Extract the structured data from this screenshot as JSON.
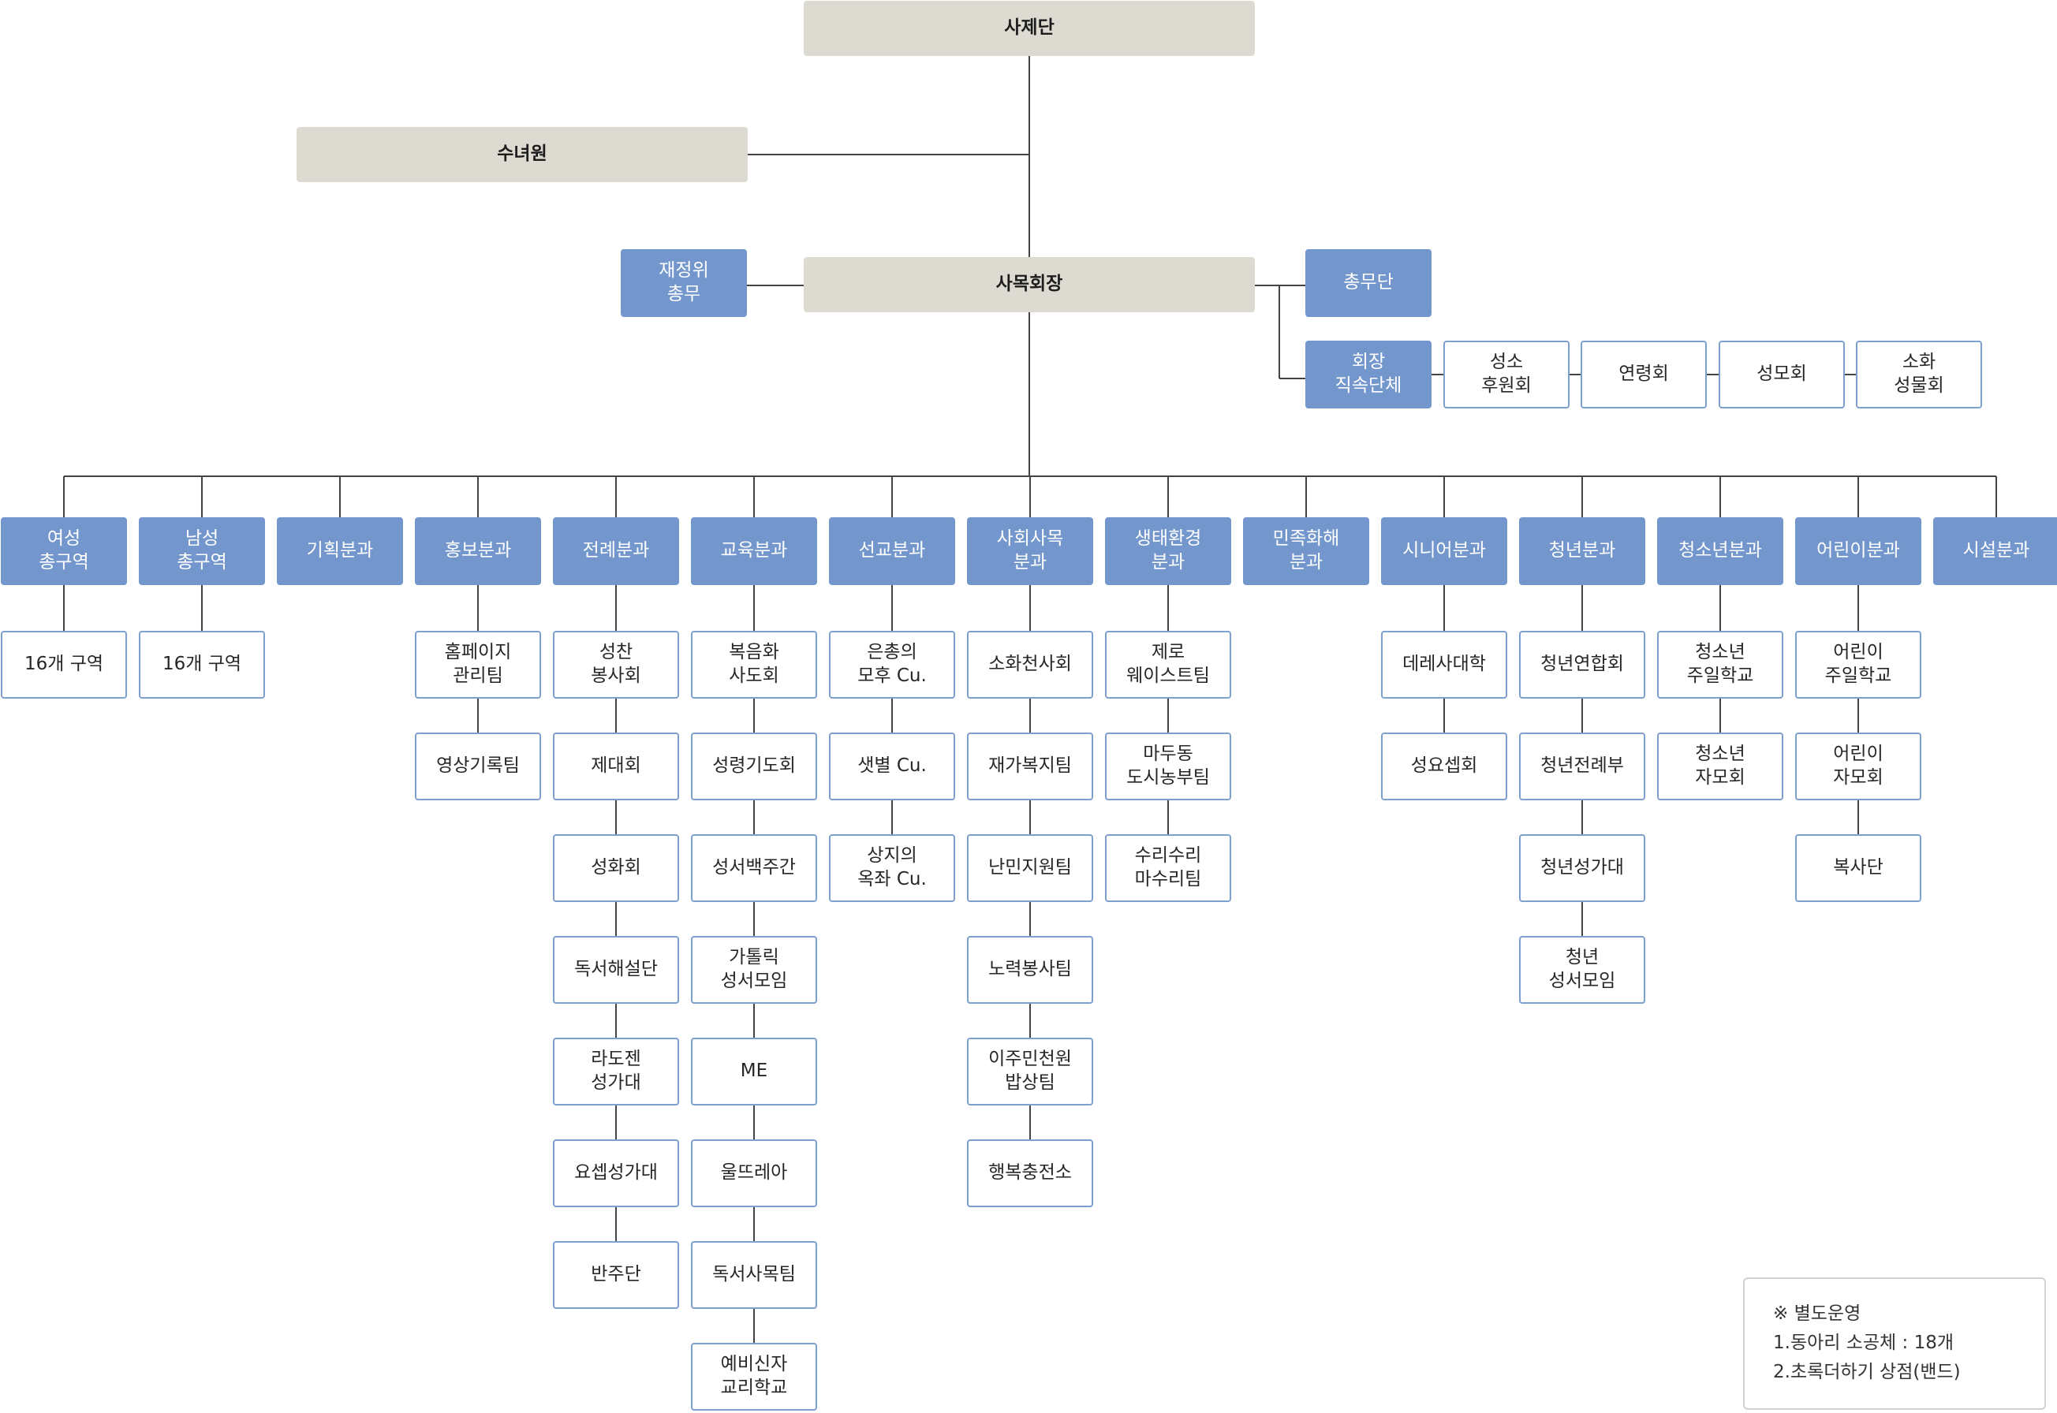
{
  "top": {
    "sajedan": "사제단",
    "sunyeowon": "수녀원",
    "samokhoejang": "사목회장",
    "jaejeongwi": "재정위\n총무",
    "chongmudan": "총무단",
    "jiksok": "회장\n직속단체",
    "jiksok_items": [
      "성소\n후원회",
      "연령회",
      "성모회",
      "소화\n성물회"
    ]
  },
  "divisions": [
    {
      "name": "여성\n총구역",
      "children": [
        "16개 구역"
      ]
    },
    {
      "name": "남성\n총구역",
      "children": [
        "16개 구역"
      ]
    },
    {
      "name": "기획분과",
      "children": []
    },
    {
      "name": "홍보분과",
      "children": [
        "홈페이지\n관리팀",
        "영상기록팀"
      ]
    },
    {
      "name": "전례분과",
      "children": [
        "성찬\n봉사회",
        "제대회",
        "성화회",
        "독서해설단",
        "라도젠\n성가대",
        "요셉성가대",
        "반주단"
      ]
    },
    {
      "name": "교육분과",
      "children": [
        "복음화\n사도회",
        "성령기도회",
        "성서백주간",
        "가톨릭\n성서모임",
        "ME",
        "울뜨레아",
        "독서사목팀",
        "예비신자\n교리학교"
      ]
    },
    {
      "name": "선교분과",
      "children": [
        "은총의\n모후 Cu.",
        "샛별 Cu.",
        "상지의\n옥좌 Cu."
      ]
    },
    {
      "name": "사회사목\n분과",
      "children": [
        "소화천사회",
        "재가복지팀",
        "난민지원팀",
        "노력봉사팀",
        "이주민천원\n밥상팀",
        "행복충전소"
      ]
    },
    {
      "name": "생태환경\n분과",
      "children": [
        "제로\n웨이스트팀",
        "마두동\n도시농부팀",
        "수리수리\n마수리팀"
      ]
    },
    {
      "name": "민족화해\n분과",
      "children": []
    },
    {
      "name": "시니어분과",
      "children": [
        "데레사대학",
        "성요셉회"
      ]
    },
    {
      "name": "청년분과",
      "children": [
        "청년연합회",
        "청년전례부",
        "청년성가대",
        "청년\n성서모임"
      ]
    },
    {
      "name": "청소년분과",
      "children": [
        "청소년\n주일학교",
        "청소년\n자모회"
      ]
    },
    {
      "name": "어린이분과",
      "children": [
        "어린이\n주일학교",
        "어린이\n자모회",
        "복사단"
      ]
    },
    {
      "name": "시설분과",
      "children": []
    }
  ],
  "note": {
    "title": "※ 별도운영",
    "line1": "1.동아리 소공체 : 18개",
    "line2": "2.초록더하기 상점(밴드)"
  },
  "colors": {
    "top_box": "#dddbd1",
    "blue_box": "#7397cc",
    "child_border": "#7ea0cf",
    "line": "#444444"
  }
}
